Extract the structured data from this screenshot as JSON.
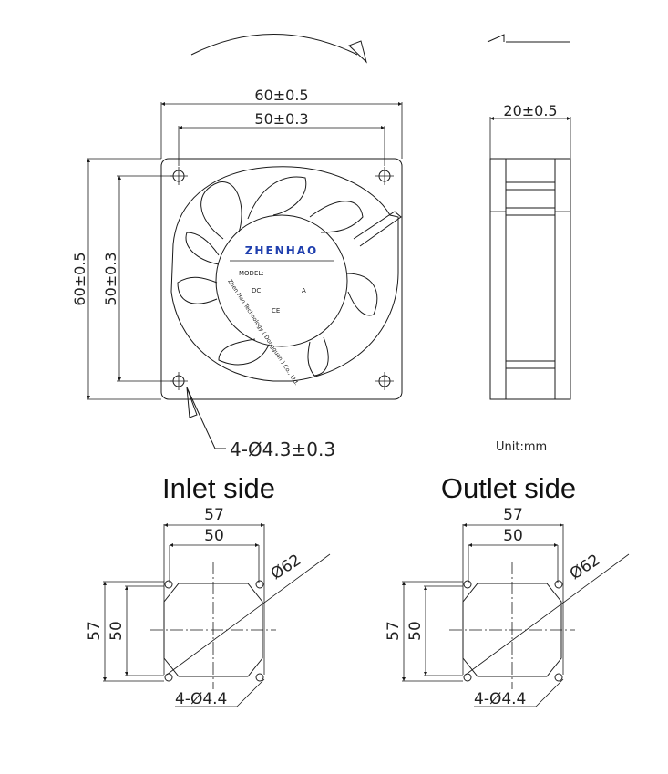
{
  "main_view": {
    "width_overall": "60±0.5",
    "width_holes": "50±0.3",
    "height_overall": "60±0.5",
    "height_holes": "50±0.3",
    "mount_holes": "4-Ø4.3±0.3",
    "rotation_arrow": "clockwise"
  },
  "label": {
    "brand": "ZHENHAO",
    "model": "MODEL:",
    "dc": "DC",
    "amp": "A",
    "ce": "CE",
    "company": "Zhen Hao Technology ( Dongguan ) Co., Ltd.",
    "brand_color": "#1f3fae"
  },
  "side_view": {
    "depth": "20±0.5",
    "airflow_arrow": "left"
  },
  "unit": "Unit:mm",
  "inlet": {
    "title": "Inlet side",
    "dim_57_top": "57",
    "dim_50_top": "50",
    "dim_57_side": "57",
    "dim_50_side": "50",
    "diameter": "Ø62",
    "holes": "4-Ø4.4"
  },
  "outlet": {
    "title": "Outlet side",
    "dim_57_top": "57",
    "dim_50_top": "50",
    "dim_57_side": "57",
    "dim_50_side": "50",
    "diameter": "Ø62",
    "holes": "4-Ø4.4"
  }
}
